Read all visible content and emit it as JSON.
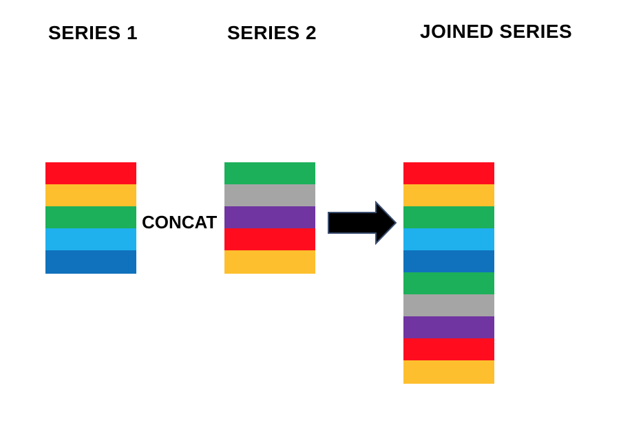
{
  "series_1": {
    "title": "SERIES 1",
    "colors": [
      "#ff0d1f",
      "#fdbf2d",
      "#1cb05a",
      "#1eb1ee",
      "#1072bc"
    ]
  },
  "series_2": {
    "title": "SERIES 2",
    "colors": [
      "#1cb05a",
      "#a5a5a5",
      "#7035a0",
      "#ff0d1f",
      "#fdbf2d"
    ]
  },
  "joined_series": {
    "title": "JOINED SERIES",
    "colors": [
      "#ff0d1f",
      "#fdbf2d",
      "#1cb05a",
      "#1eb1ee",
      "#1072bc",
      "#1cb05a",
      "#a5a5a5",
      "#7035a0",
      "#ff0d1f",
      "#fdbf2d"
    ]
  },
  "operation": {
    "label": "CONCAT"
  },
  "arrow": {
    "icon": "right-arrow-icon",
    "fill": "#000000",
    "stroke": "#3b4f70"
  }
}
